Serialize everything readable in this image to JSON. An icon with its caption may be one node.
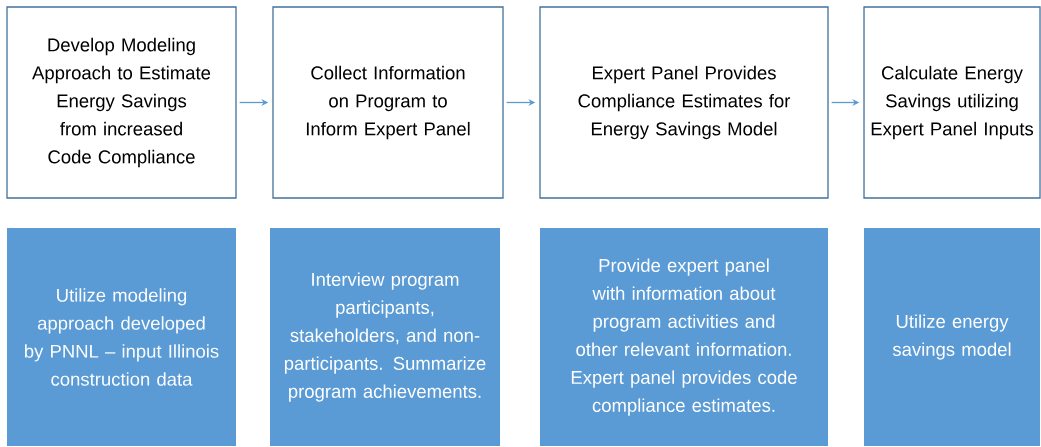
{
  "diagram": {
    "nodes": [
      {
        "text": [
          "Develop Modeling Approach to Estimate Energy Savings from increased Code Compliance"
        ]
      },
      {
        "text": [
          "Collect Information on Program to Inform Expert Panel"
        ]
      },
      {
        "text": [
          "Expert Panel Provides Compliance Estimates for Energy Savings Model"
        ]
      },
      {
        "text": [
          "Calculate Energy Savings utilizing Expert Panel Inputs"
        ]
      },
      {
        "text": [
          "Utilize modeling approach developed by PNNL – input Illinois construction data"
        ]
      },
      {
        "text": [
          "Interview program participants, stakeholders, and non-participants. Summarize program achievements."
        ]
      },
      {
        "text": [
          "Provide expert panel with information about program activities and other relevant information. Expert panel provides code compliance estimates."
        ]
      },
      {
        "text": [
          "Utilize energy savings model"
        ]
      }
    ],
    "edges": [
      {
        "from": 0,
        "to": 1,
        "arrow": "to"
      },
      {
        "from": 1,
        "to": 2,
        "arrow": "to"
      },
      {
        "from": 2,
        "to": 3,
        "arrow": "to"
      }
    ]
  }
}
